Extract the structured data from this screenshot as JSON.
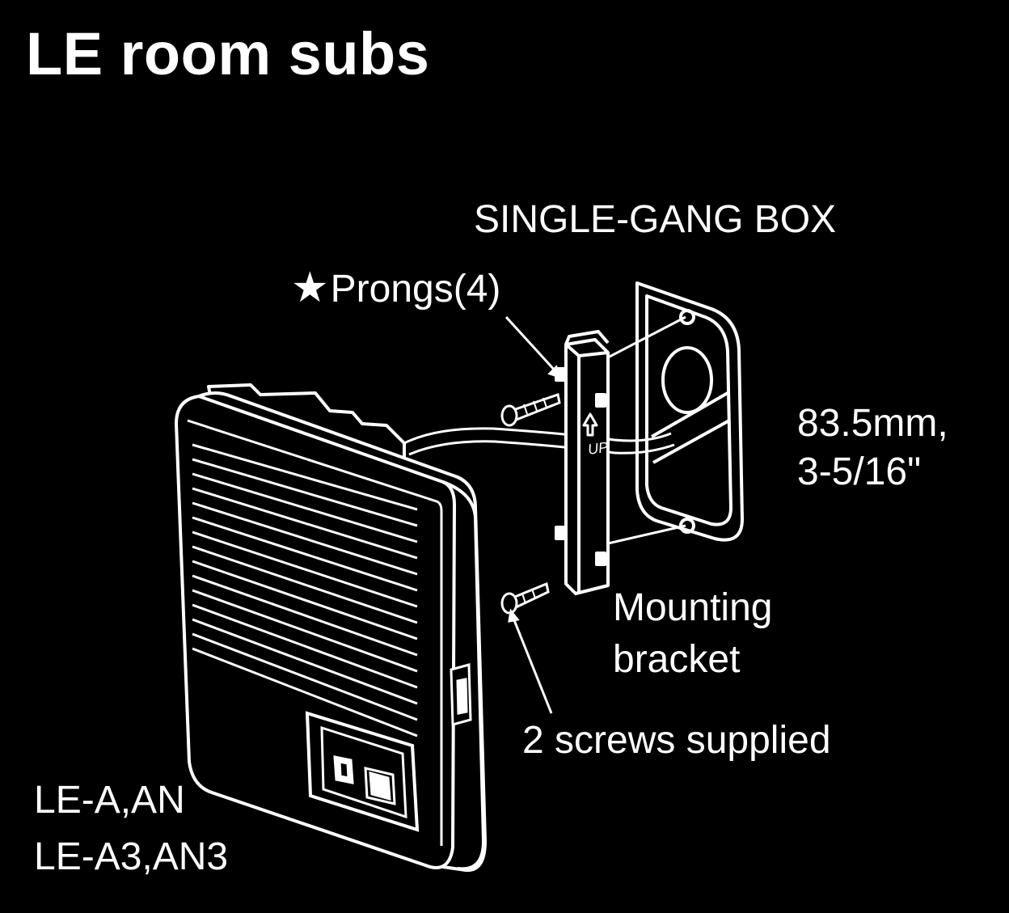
{
  "title": "LE room subs",
  "labels": {
    "single_gang_box": "SINGLE-GANG BOX",
    "prongs_star": "★",
    "prongs": "Prongs(4)",
    "dimension_mm": "83.5mm,",
    "dimension_in": "3-5/16\"",
    "mounting_bracket_line1": "Mounting",
    "mounting_bracket_line2": "bracket",
    "screws": "2 screws supplied",
    "models_line1": "LE-A,AN",
    "models_line2": "LE-A3,AN3"
  },
  "bracket_marking": "UP"
}
